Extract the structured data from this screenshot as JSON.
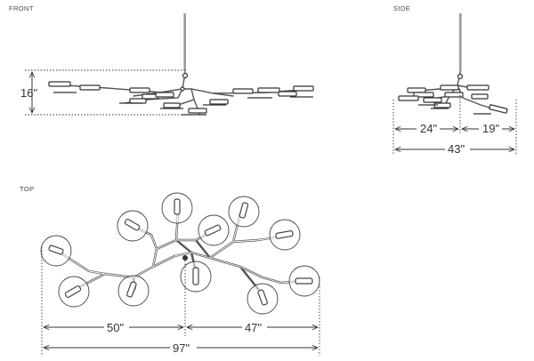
{
  "views": {
    "front": {
      "label": "FRONT",
      "height_dim": "16\""
    },
    "side": {
      "label": "SIDE",
      "dims": {
        "left": "24\"",
        "right": "19\"",
        "total": "43\""
      }
    },
    "top": {
      "label": "TOP",
      "dims": {
        "left": "50\"",
        "right": "47\"",
        "total": "97\""
      }
    }
  }
}
